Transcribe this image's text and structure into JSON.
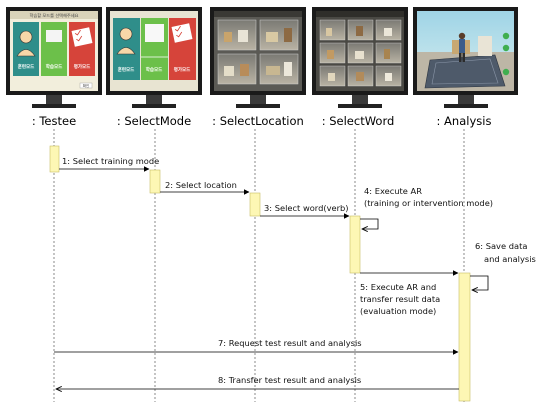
{
  "participants": [
    {
      "id": "testee",
      "label": ": Testee"
    },
    {
      "id": "selectmode",
      "label": ": SelectMode"
    },
    {
      "id": "selectlocation",
      "label": ": SelectLocation"
    },
    {
      "id": "selectword",
      "label": ": SelectWord"
    },
    {
      "id": "analysis",
      "label": ": Analysis"
    }
  ],
  "screen_text": {
    "mode_header": "학습할 모드를 선택해주세요",
    "mode_training": "훈련모드",
    "mode_learning": "학습모드",
    "mode_evaluation": "평가모드",
    "footer_button": "확인"
  },
  "messages": [
    {
      "id": "m1",
      "label": "1: Select training mode"
    },
    {
      "id": "m2",
      "label": "2: Select location"
    },
    {
      "id": "m3",
      "label": "3: Select word(verb)"
    },
    {
      "id": "m4",
      "lines": [
        "4: Execute AR",
        "(training or intervention mode)"
      ]
    },
    {
      "id": "m5",
      "lines": [
        "5: Execute AR and",
        "transfer result data",
        "(evaluation mode)"
      ]
    },
    {
      "id": "m6",
      "lines": [
        "6: Save data",
        "and analysis"
      ]
    },
    {
      "id": "m7",
      "label": "7: Request test result and analysis"
    },
    {
      "id": "m8",
      "label": "8: Transfer test result and analysis"
    }
  ],
  "colors": {
    "activation_fill": "#fdf7b4",
    "activation_stroke": "#c9bd64",
    "monitor_bezel": "#1a1a1a",
    "monitor_stand": "#3a3a3a",
    "lifeline": "#6e6e6e",
    "arrow": "#000000",
    "mode_teal": "#2f8e8a",
    "mode_green": "#6cc04a",
    "mode_red": "#d6443a"
  }
}
